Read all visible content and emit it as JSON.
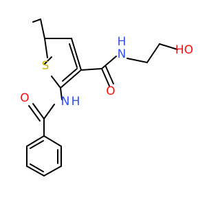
{
  "molecule": {
    "atoms": {
      "S": {
        "symbol": "S",
        "color": "#c7b200"
      },
      "N_amide": {
        "symbol": "N",
        "color": "#3050f8"
      },
      "H_amide": {
        "symbol": "H",
        "color": "#3050f8"
      },
      "O_carbonyl": {
        "symbol": "O",
        "color": "#ff0d0d"
      },
      "O_hydroxyl": {
        "symbol": "HO",
        "color": "#ff0d0d"
      },
      "N_benzamide": {
        "symbol": "N",
        "color": "#3050f8"
      },
      "H_benzamide": {
        "symbol": "H",
        "color": "#3050f8"
      },
      "O_benzoyl": {
        "symbol": "O",
        "color": "#ff0d0d"
      }
    }
  }
}
